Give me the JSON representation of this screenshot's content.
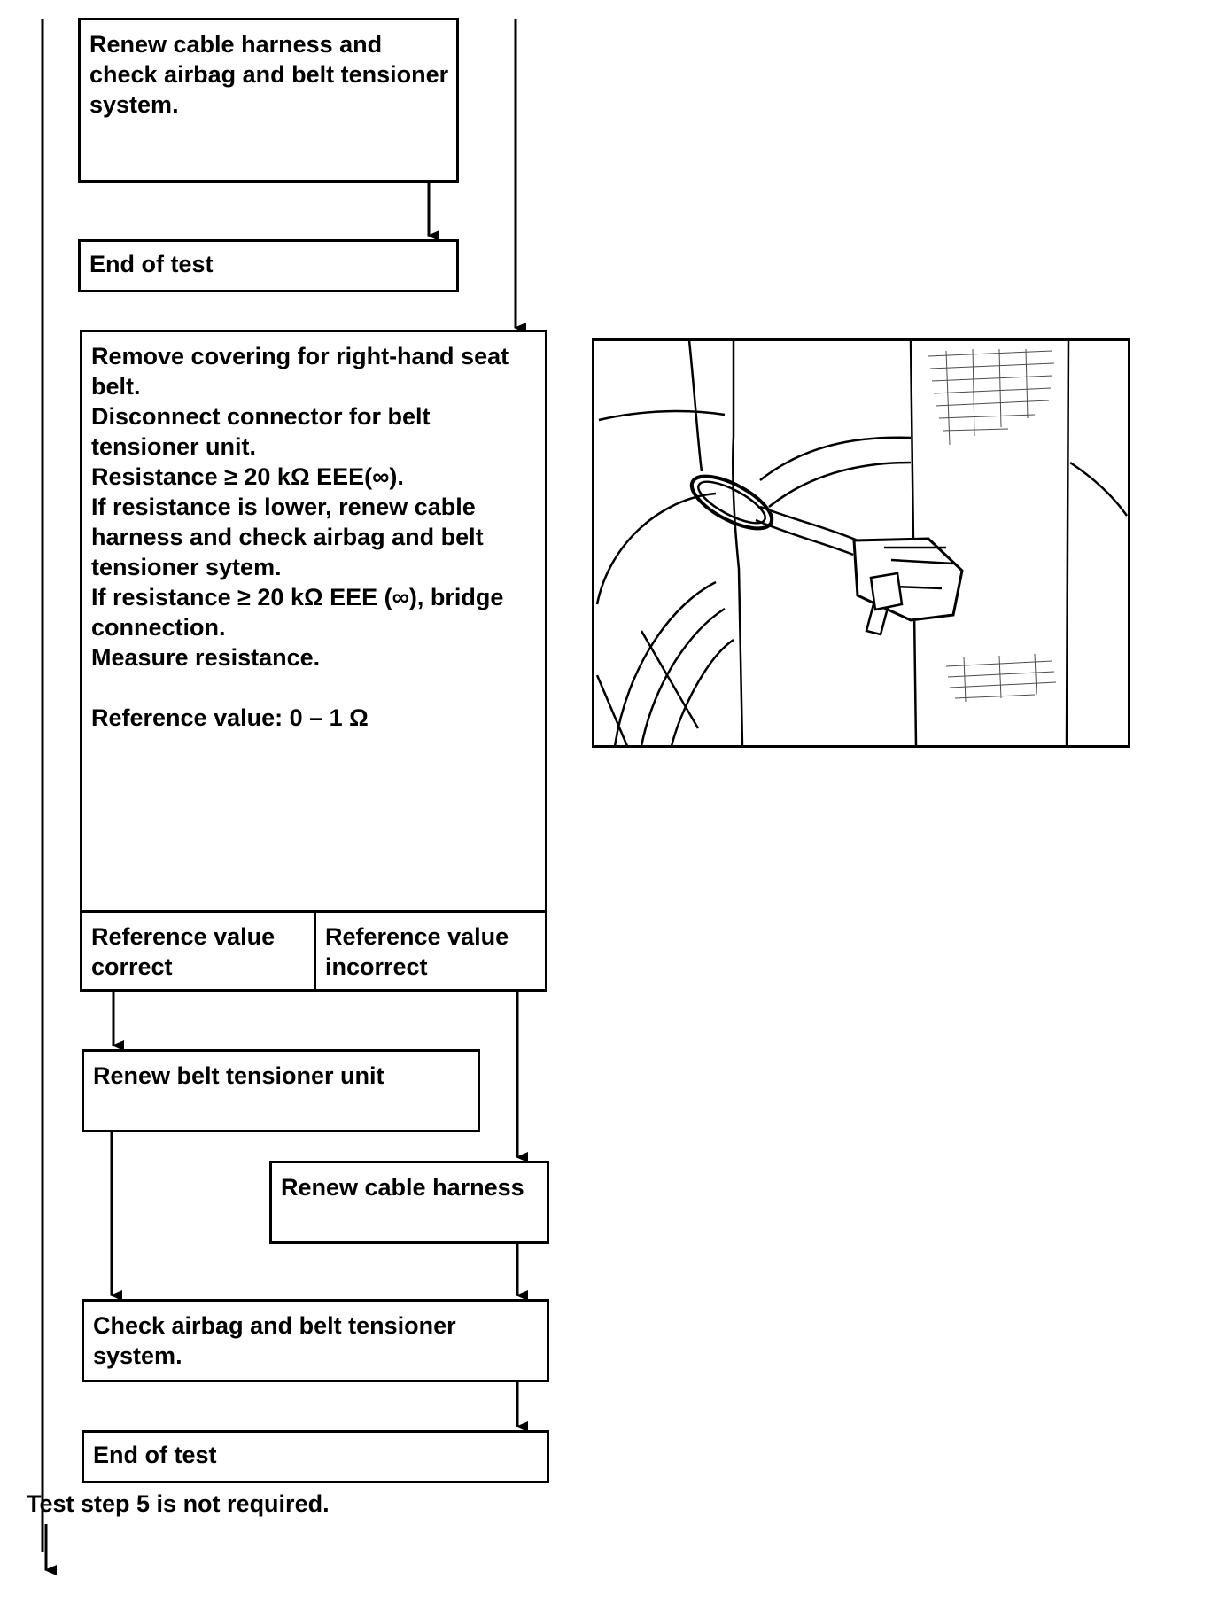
{
  "boxes": {
    "renew_harness_check": "Renew cable harness and check airbag and belt tensioner system.",
    "end_of_test_1": "End of test",
    "main_instructions": [
      "Remove covering for right-hand seat belt.",
      "Disconnect connector for belt tensioner unit.",
      "Resistance ≥ 20 kΩ EEE(∞).",
      "If resistance is lower, renew cable harness and check airbag and belt tensioner sytem.",
      "If resistance ≥ 20 kΩ EEE (∞), bridge connection.",
      "Measure resistance."
    ],
    "reference_value": "Reference value: 0 – 1 Ω",
    "ref_correct": "Reference value correct",
    "ref_incorrect": "Reference value incorrect",
    "renew_tensioner": "Renew belt tensioner unit",
    "renew_harness": "Renew cable harness",
    "check_system": "Check airbag and belt tensioner system.",
    "end_of_test_2": "End of test"
  },
  "footer_note": "Test step 5 is not required.",
  "illustration": "seat-belt-tensioner-connector-drawing"
}
